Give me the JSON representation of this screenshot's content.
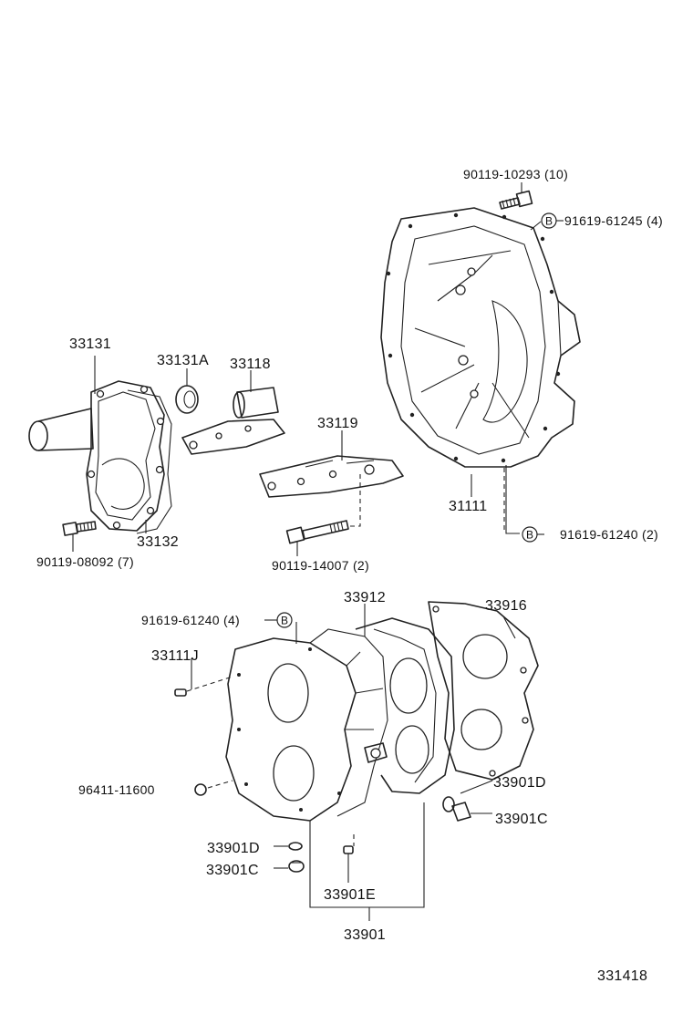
{
  "diagram_number": "331418",
  "labels": {
    "bolt_top": "90119-10293 (10)",
    "ref_b_top": "91619-61245 (4)",
    "p33131": "33131",
    "p33131a": "33131A",
    "p33118": "33118",
    "p33119": "33119",
    "p31111": "31111",
    "ref_b_right": "91619-61240 (2)",
    "p33132": "33132",
    "bolt_left": "90119-08092 (7)",
    "bolt_mid": "90119-14007 (2)",
    "ref_b_mid": "91619-61240 (4)",
    "p33912": "33912",
    "p33916": "33916",
    "p33111j": "33111J",
    "p96411": "96411-11600",
    "p33901d_r": "33901D",
    "p33901c_r": "33901C",
    "p33901d_l": "33901D",
    "p33901c_l": "33901C",
    "p33901e": "33901E",
    "p33901": "33901"
  },
  "ref_letter": "B"
}
